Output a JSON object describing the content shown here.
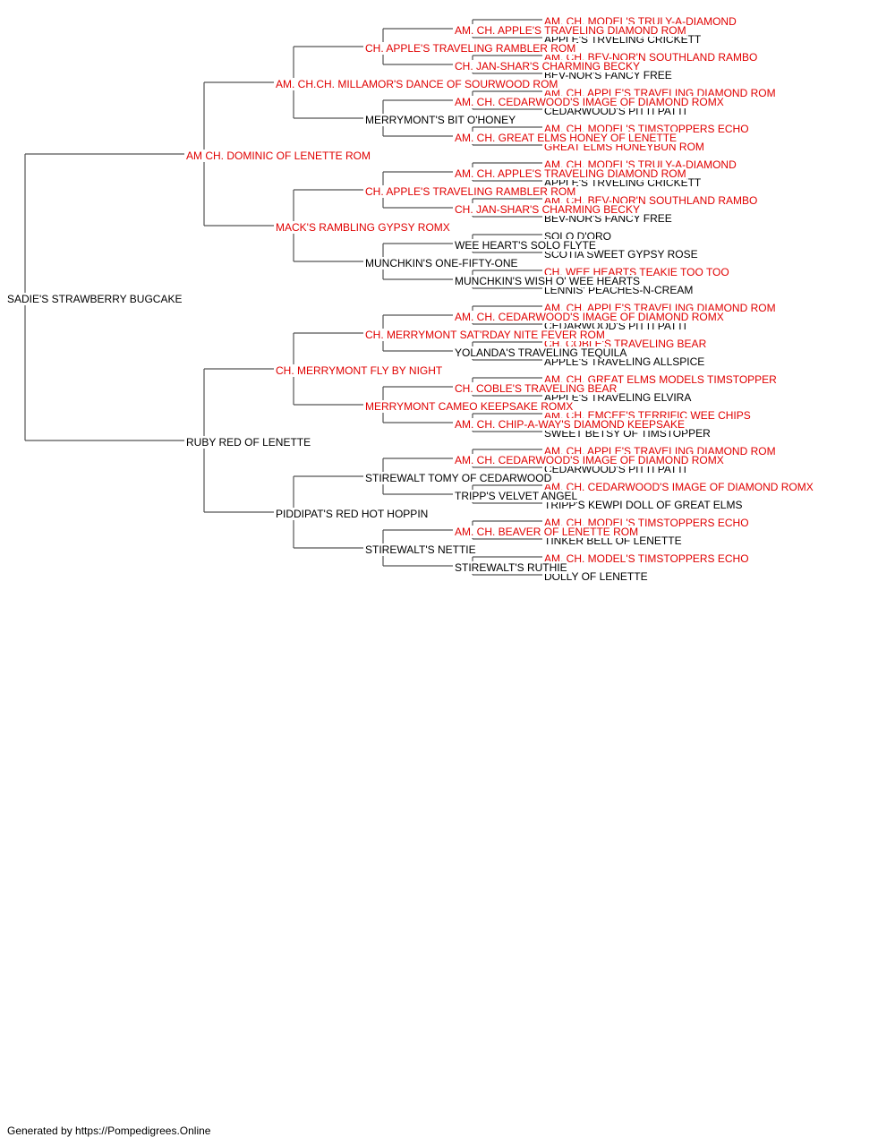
{
  "colors": {
    "champion": "#e00000",
    "normal": "#000000",
    "line": "#555555"
  },
  "tree": {
    "name": "SADIE'S STRAWBERRY BUGCAKE",
    "champion": false,
    "children": [
      {
        "name": "AM CH. DOMINIC OF LENETTE ROM",
        "champion": true,
        "children": [
          {
            "name": "AM. CH.CH. MILLAMOR'S DANCE OF SOURWOOD ROM",
            "champion": true,
            "children": [
              {
                "name": "CH. APPLE'S TRAVELING RAMBLER ROM",
                "champion": true,
                "children": [
                  {
                    "name": "AM. CH. APPLE'S TRAVELING DIAMOND ROM",
                    "champion": true,
                    "children": [
                      {
                        "name": "AM. CH. MODEL'S TRULY-A-DIAMOND",
                        "champion": true
                      },
                      {
                        "name": "APPLE'S TRVELING CRICKETT",
                        "champion": false
                      }
                    ]
                  },
                  {
                    "name": "CH. JAN-SHAR'S CHARMING BECKY",
                    "champion": true,
                    "children": [
                      {
                        "name": "AM. CH. BEV-NOR'N SOUTHLAND RAMBO",
                        "champion": true
                      },
                      {
                        "name": "BEV-NOR'S FANCY FREE",
                        "champion": false
                      }
                    ]
                  }
                ]
              },
              {
                "name": "MERRYMONT'S BIT O'HONEY",
                "champion": false,
                "children": [
                  {
                    "name": "AM. CH. CEDARWOOD'S IMAGE OF DIAMOND ROMX",
                    "champion": true,
                    "children": [
                      {
                        "name": "AM. CH. APPLE'S TRAVELING DIAMOND ROM",
                        "champion": true
                      },
                      {
                        "name": "CEDARWOOD'S PITTI PATTI",
                        "champion": false
                      }
                    ]
                  },
                  {
                    "name": "AM. CH. GREAT ELMS HONEY OF LENETTE",
                    "champion": true,
                    "children": [
                      {
                        "name": "AM. CH. MODEL'S TIMSTOPPERS ECHO",
                        "champion": true
                      },
                      {
                        "name": "GREAT ELMS HONEYBUN ROM",
                        "champion": true
                      }
                    ]
                  }
                ]
              }
            ]
          },
          {
            "name": "MACK'S RAMBLING GYPSY ROMX",
            "champion": true,
            "children": [
              {
                "name": "CH. APPLE'S TRAVELING RAMBLER ROM",
                "champion": true,
                "children": [
                  {
                    "name": "AM. CH. APPLE'S TRAVELING DIAMOND ROM",
                    "champion": true,
                    "children": [
                      {
                        "name": "AM. CH. MODEL'S TRULY-A-DIAMOND",
                        "champion": true
                      },
                      {
                        "name": "APPLE'S TRVELING CRICKETT",
                        "champion": false
                      }
                    ]
                  },
                  {
                    "name": "CH. JAN-SHAR'S CHARMING BECKY",
                    "champion": true,
                    "children": [
                      {
                        "name": "AM. CH. BEV-NOR'N SOUTHLAND RAMBO",
                        "champion": true
                      },
                      {
                        "name": "BEV-NOR'S FANCY FREE",
                        "champion": false
                      }
                    ]
                  }
                ]
              },
              {
                "name": "MUNCHKIN'S ONE-FIFTY-ONE",
                "champion": false,
                "children": [
                  {
                    "name": "WEE HEART'S SOLO FLYTE",
                    "champion": false,
                    "children": [
                      {
                        "name": "SOLO D'ORO",
                        "champion": false
                      },
                      {
                        "name": "SCOTIA SWEET GYPSY ROSE",
                        "champion": false
                      }
                    ]
                  },
                  {
                    "name": "MUNCHKIN'S WISH O' WEE HEARTS",
                    "champion": false,
                    "children": [
                      {
                        "name": "CH. WEE HEARTS TEAKIE TOO TOO",
                        "champion": true
                      },
                      {
                        "name": "LENNIS' PEACHES-N-CREAM",
                        "champion": false
                      }
                    ]
                  }
                ]
              }
            ]
          }
        ]
      },
      {
        "name": "RUBY RED OF LENETTE",
        "champion": false,
        "children": [
          {
            "name": "CH. MERRYMONT FLY BY NIGHT",
            "champion": true,
            "children": [
              {
                "name": "CH. MERRYMONT SAT'RDAY NITE FEVER ROM",
                "champion": true,
                "children": [
                  {
                    "name": "AM. CH. CEDARWOOD'S IMAGE OF DIAMOND ROMX",
                    "champion": true,
                    "children": [
                      {
                        "name": "AM. CH. APPLE'S TRAVELING DIAMOND ROM",
                        "champion": true
                      },
                      {
                        "name": "CEDARWOOD'S PITTI PATTI",
                        "champion": false
                      }
                    ]
                  },
                  {
                    "name": "YOLANDA'S TRAVELING TEQUILA",
                    "champion": false,
                    "children": [
                      {
                        "name": "CH. COBLE'S TRAVELING BEAR",
                        "champion": true
                      },
                      {
                        "name": "APPLE'S TRAVELING ALLSPICE",
                        "champion": false
                      }
                    ]
                  }
                ]
              },
              {
                "name": "MERRYMONT CAMEO KEEPSAKE ROMX",
                "champion": true,
                "children": [
                  {
                    "name": "CH. COBLE'S TRAVELING BEAR",
                    "champion": true,
                    "children": [
                      {
                        "name": "AM. CH. GREAT ELMS MODELS TIMSTOPPER",
                        "champion": true
                      },
                      {
                        "name": "APPLE'S TRAVELING ELVIRA",
                        "champion": false
                      }
                    ]
                  },
                  {
                    "name": "AM. CH. CHIP-A-WAY'S DIAMOND KEEPSAKE",
                    "champion": true,
                    "children": [
                      {
                        "name": "AM. CH. EMCEE'S TERRIFIC WEE CHIPS",
                        "champion": true
                      },
                      {
                        "name": "SWEET BETSY OF TIMSTOPPER",
                        "champion": false
                      }
                    ]
                  }
                ]
              }
            ]
          },
          {
            "name": "PIDDIPAT'S RED HOT HOPPIN",
            "champion": false,
            "children": [
              {
                "name": "STIREWALT TOMY OF CEDARWOOD",
                "champion": false,
                "children": [
                  {
                    "name": "AM. CH. CEDARWOOD'S IMAGE OF DIAMOND ROMX",
                    "champion": true,
                    "children": [
                      {
                        "name": "AM. CH. APPLE'S TRAVELING DIAMOND ROM",
                        "champion": true
                      },
                      {
                        "name": "CEDARWOOD'S PITTI PATTI",
                        "champion": false
                      }
                    ]
                  },
                  {
                    "name": "TRIPP'S VELVET ANGEL",
                    "champion": false,
                    "children": [
                      {
                        "name": "AM. CH. CEDARWOOD'S IMAGE OF DIAMOND ROMX",
                        "champion": true
                      },
                      {
                        "name": "TRIPP'S KEWPI DOLL OF GREAT ELMS",
                        "champion": false
                      }
                    ]
                  }
                ]
              },
              {
                "name": "STIREWALT'S NETTIE",
                "champion": false,
                "children": [
                  {
                    "name": "AM. CH. BEAVER OF LENETTE ROM",
                    "champion": true,
                    "children": [
                      {
                        "name": "AM. CH. MODEL'S TIMSTOPPERS ECHO",
                        "champion": true
                      },
                      {
                        "name": "TINKER BELL OF LENETTE",
                        "champion": false
                      }
                    ]
                  },
                  {
                    "name": "STIREWALT'S RUTHIE",
                    "champion": false,
                    "children": [
                      {
                        "name": "AM. CH. MODEL'S TIMSTOPPERS ECHO",
                        "champion": true
                      },
                      {
                        "name": "DOLLY OF LENETTE",
                        "champion": false
                      }
                    ]
                  }
                ]
              }
            ]
          }
        ]
      }
    ]
  },
  "footer": "Generated by https://Pompedigrees.Online"
}
